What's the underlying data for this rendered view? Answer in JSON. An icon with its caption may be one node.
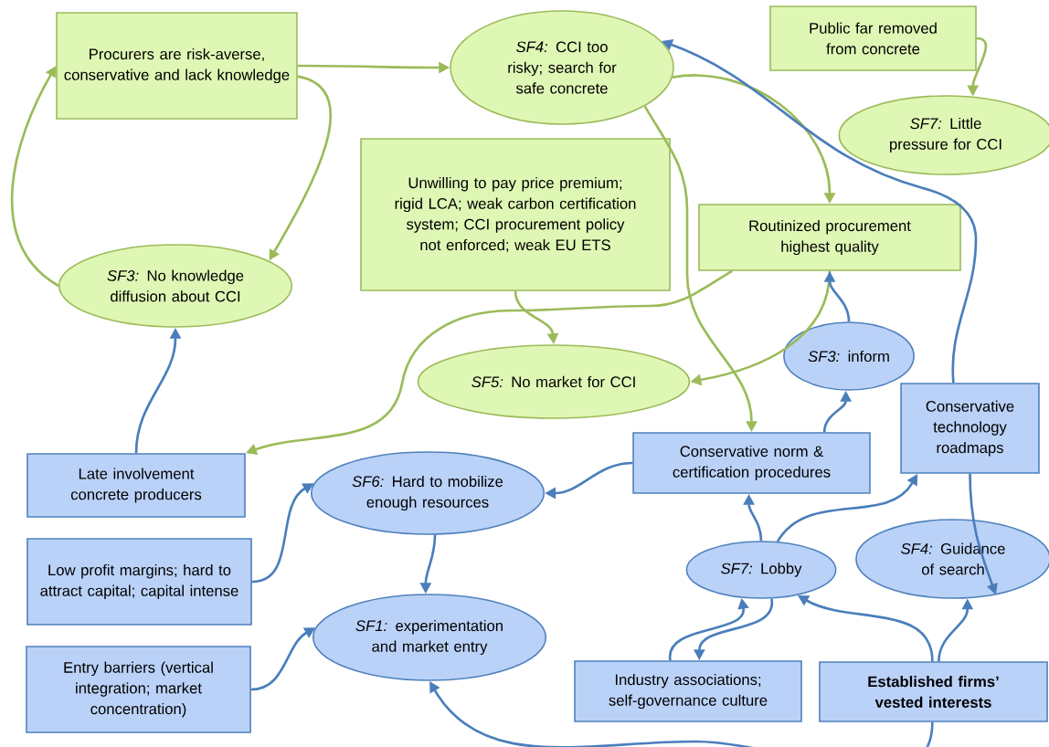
{
  "diagram": {
    "nodes": [
      {
        "text": [
          "Procurers are risk-averse, conservative and lack knowledge"
        ]
      },
      {
        "text": [
          "*SF4:* CCI too risky; search for safe concrete"
        ]
      },
      {
        "text": [
          "Public far removed from concrete"
        ]
      },
      {
        "text": [
          "*SF7:* Little pressure for CCI"
        ]
      },
      {
        "text": [
          "Unwilling to pay price premium; rigid LCA; weak carbon certification system; CCI procurement policy not enforced; weak EU ETS"
        ]
      },
      {
        "text": [
          "Routinized procurement highest quality"
        ]
      },
      {
        "text": [
          "*SF3:* No knowledge diffusion about CCI"
        ]
      },
      {
        "text": [
          "*SF5:* No market for CCI"
        ]
      },
      {
        "text": [
          "*SF3:* inform"
        ]
      },
      {
        "text": [
          "Late involvement concrete producers"
        ]
      },
      {
        "text": [
          "Conservative norm & certification procedures"
        ]
      },
      {
        "text": [
          "Conservative technology roadmaps"
        ]
      },
      {
        "text": [
          "*SF6:* Hard to mobilize enough resources"
        ]
      },
      {
        "text": [
          "Low profit margins; hard to attract capital; capital intense"
        ]
      },
      {
        "text": [
          "*SF7:* Lobby"
        ]
      },
      {
        "text": [
          "*SF4:* Guidance of search"
        ]
      },
      {
        "text": [
          "*SF1:* experimentation and market entry"
        ]
      },
      {
        "text": [
          "Entry barriers (vertical integration; market concentration)"
        ]
      },
      {
        "text": [
          "Industry associations; self-governance culture"
        ]
      },
      {
        "text": [
          "Established firms’ vested interests"
        ]
      }
    ],
    "edges": [
      {
        "from": 0,
        "to": 1,
        "arrow": "to",
        "color": "#9bbb59"
      },
      {
        "from": 0,
        "to": 6,
        "arrow": "to",
        "color": "#9bbb59"
      },
      {
        "from": 6,
        "to": 0,
        "arrow": "to",
        "color": "#9bbb59"
      },
      {
        "from": 1,
        "to": 5,
        "arrow": "to",
        "color": "#9bbb59"
      },
      {
        "from": 1,
        "to": 10,
        "arrow": "to",
        "color": "#9bbb59"
      },
      {
        "from": 5,
        "to": 7,
        "arrow": "to",
        "color": "#9bbb59"
      },
      {
        "from": 5,
        "to": 9,
        "arrow": "to",
        "color": "#9bbb59"
      },
      {
        "from": 4,
        "to": 7,
        "arrow": "to",
        "color": "#9bbb59"
      },
      {
        "from": 2,
        "to": 3,
        "arrow": "to",
        "color": "#9bbb59"
      },
      {
        "from": 8,
        "to": 5,
        "arrow": "to"
      },
      {
        "from": 10,
        "to": 8,
        "arrow": "to"
      },
      {
        "from": 11,
        "to": 1,
        "arrow": "to"
      },
      {
        "from": 11,
        "to": 15,
        "arrow": "to"
      },
      {
        "from": 9,
        "to": 6,
        "arrow": "to"
      },
      {
        "from": 10,
        "to": 12,
        "arrow": "to"
      },
      {
        "from": 13,
        "to": 12,
        "arrow": "to"
      },
      {
        "from": 12,
        "to": 16,
        "arrow": "to"
      },
      {
        "from": 17,
        "to": 16,
        "arrow": "to"
      },
      {
        "from": 14,
        "to": 10,
        "arrow": "to"
      },
      {
        "from": 14,
        "to": 11,
        "arrow": "to"
      },
      {
        "from": 18,
        "to": 14,
        "arrow": "to"
      },
      {
        "from": 14,
        "to": 18,
        "arrow": "to"
      },
      {
        "from": 19,
        "to": 14,
        "arrow": "to"
      },
      {
        "from": 19,
        "to": 15,
        "arrow": "to"
      },
      {
        "from": 19,
        "to": 16,
        "arrow": "to"
      }
    ]
  }
}
